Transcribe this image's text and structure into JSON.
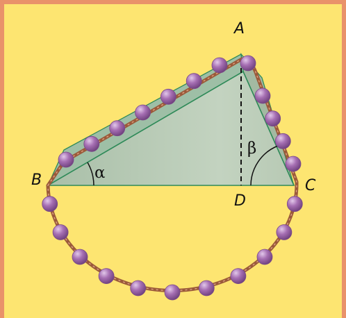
{
  "diagram": {
    "points": {
      "A": "A",
      "B": "B",
      "C": "C",
      "D": "D"
    },
    "angles": {
      "alpha": "α",
      "beta": "β"
    }
  },
  "colors": {
    "frame": "#e9926a",
    "background": "#fde571",
    "prism_face": "#b6c8b3",
    "prism_top": "#9ebfa6",
    "edge": "#2e8a58",
    "string": "#9b5a3a",
    "bead": "#a66fb3",
    "bead_highlight": "#e2c8ea"
  },
  "beads": {
    "top_count": 7,
    "right_count": 4,
    "bottom_count": 11
  }
}
